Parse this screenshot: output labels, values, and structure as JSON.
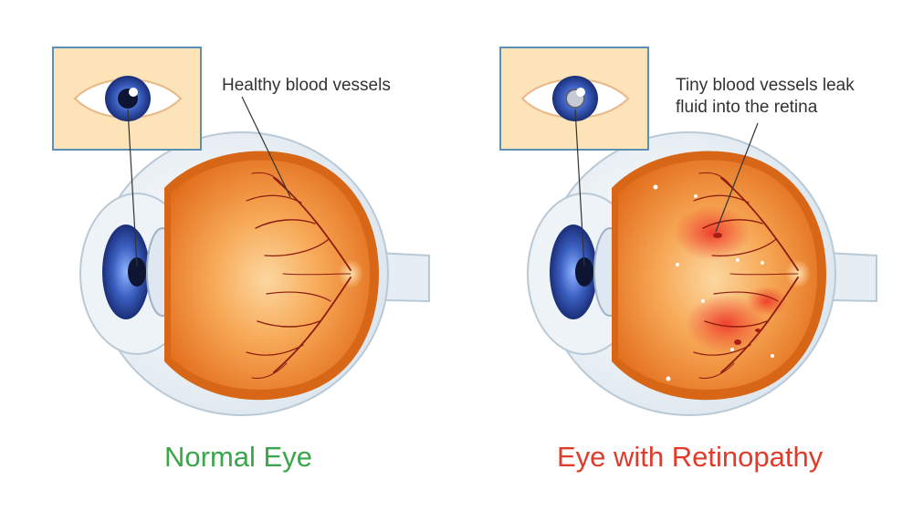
{
  "normal_panel": {
    "caption": "Normal Eye",
    "annotation": "Healthy blood vessels"
  },
  "retinopathy_panel": {
    "caption": "Eye with Retinopathy",
    "annotation_line1": "Tiny blood vessels leak",
    "annotation_line2": "fluid into the retina"
  },
  "colors": {
    "normal_caption": "#3aa64a",
    "retinopathy_caption": "#e03b2b",
    "retina_orange": "#f28a2e",
    "vessel": "#8c1c10",
    "iris": "#3b5fc0",
    "inset_background": "#fce3b8",
    "inset_border": "#5b8fb5",
    "leak_highlight": "#ef3b2a"
  }
}
